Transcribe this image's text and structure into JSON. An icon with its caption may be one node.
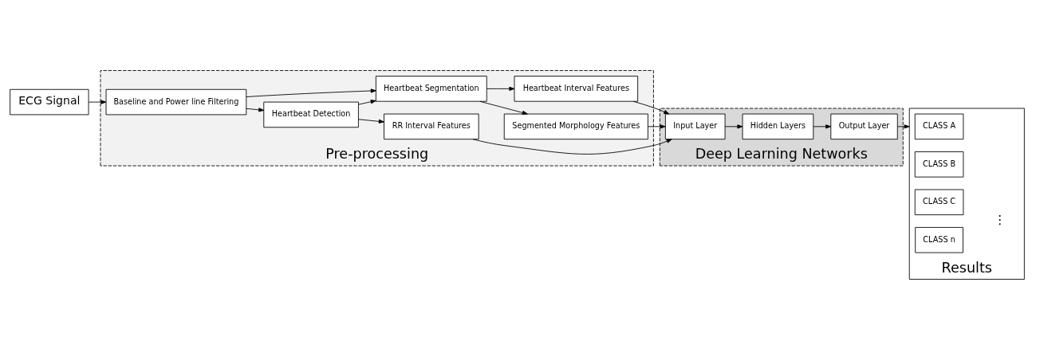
{
  "diagram": {
    "nodes": [
      {
        "text": [
          "ECG Signal"
        ]
      },
      {
        "text": [
          "Pre-processing"
        ]
      },
      {
        "text": [
          "Baseline and Power line Filtering"
        ],
        "in": 1
      },
      {
        "text": [
          "Heartbeat Detection"
        ],
        "in": 1
      },
      {
        "text": [
          "Heartbeat Segmentation"
        ],
        "in": 1
      },
      {
        "text": [
          "RR Interval Features"
        ],
        "in": 1
      },
      {
        "text": [
          "Segmented Morphology Features"
        ],
        "in": 1
      },
      {
        "text": [
          "Heartbeat Interval Features"
        ],
        "in": 1
      },
      {
        "text": [
          "Deep Learning Networks"
        ]
      },
      {
        "text": [
          "Input Layer"
        ],
        "in": 8
      },
      {
        "text": [
          "Hidden Layers"
        ],
        "in": 8
      },
      {
        "text": [
          "Output Layer"
        ],
        "in": 8
      },
      {
        "text": [
          "Results"
        ]
      },
      {
        "text": [
          "CLASS A"
        ],
        "in": 12
      },
      {
        "text": [
          "CLASS B"
        ],
        "in": 12
      },
      {
        "text": [
          "CLASS C"
        ],
        "in": 12
      },
      {
        "text": [
          "CLASS n"
        ],
        "in": 12
      }
    ],
    "edges": [
      {
        "from": 0,
        "to": 2,
        "arrow": "to"
      },
      {
        "from": 2,
        "to": 3,
        "arrow": "to"
      },
      {
        "from": 2,
        "to": 4,
        "arrow": "to"
      },
      {
        "from": 3,
        "to": 5,
        "arrow": "to"
      },
      {
        "from": 3,
        "to": 4,
        "arrow": "to"
      },
      {
        "from": 4,
        "to": 6,
        "arrow": "to"
      },
      {
        "from": 4,
        "to": 7,
        "arrow": "to"
      },
      {
        "from": 5,
        "to": 9,
        "arrow": "to"
      },
      {
        "from": 6,
        "to": 9,
        "arrow": "to"
      },
      {
        "from": 7,
        "to": 9,
        "arrow": "to"
      },
      {
        "from": 9,
        "to": 10,
        "arrow": "to"
      },
      {
        "from": 10,
        "to": 11,
        "arrow": "to"
      },
      {
        "from": 11,
        "to": 12,
        "arrow": "to"
      }
    ],
    "labels": [
      "⋮"
    ]
  }
}
